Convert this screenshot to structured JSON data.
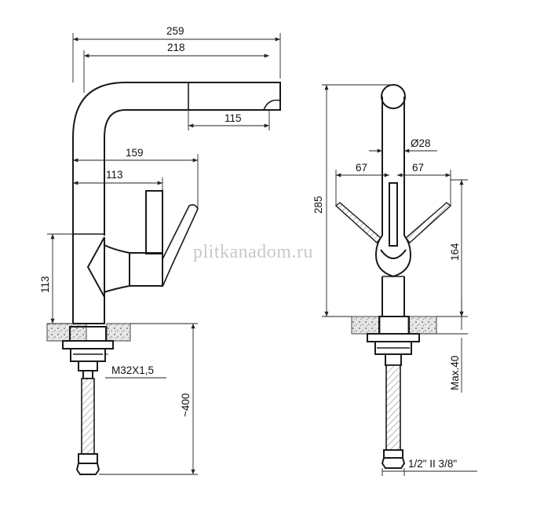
{
  "watermark": "plitkanadom.ru",
  "side_view": {
    "dims": {
      "overall_reach": "259",
      "spout_reach": "218",
      "pull_out": "115",
      "lever_reach": "159",
      "lever_offset": "113",
      "body_height": "113",
      "thread": "M32X1,5",
      "hose_length": "~400"
    }
  },
  "front_view": {
    "dims": {
      "total_height": "285",
      "spout_diameter": "Ø28",
      "lever_left": "67",
      "lever_right": "67",
      "lever_height": "164",
      "max_deck": "Max.40",
      "connection": "1/2\" II 3/8\""
    }
  }
}
